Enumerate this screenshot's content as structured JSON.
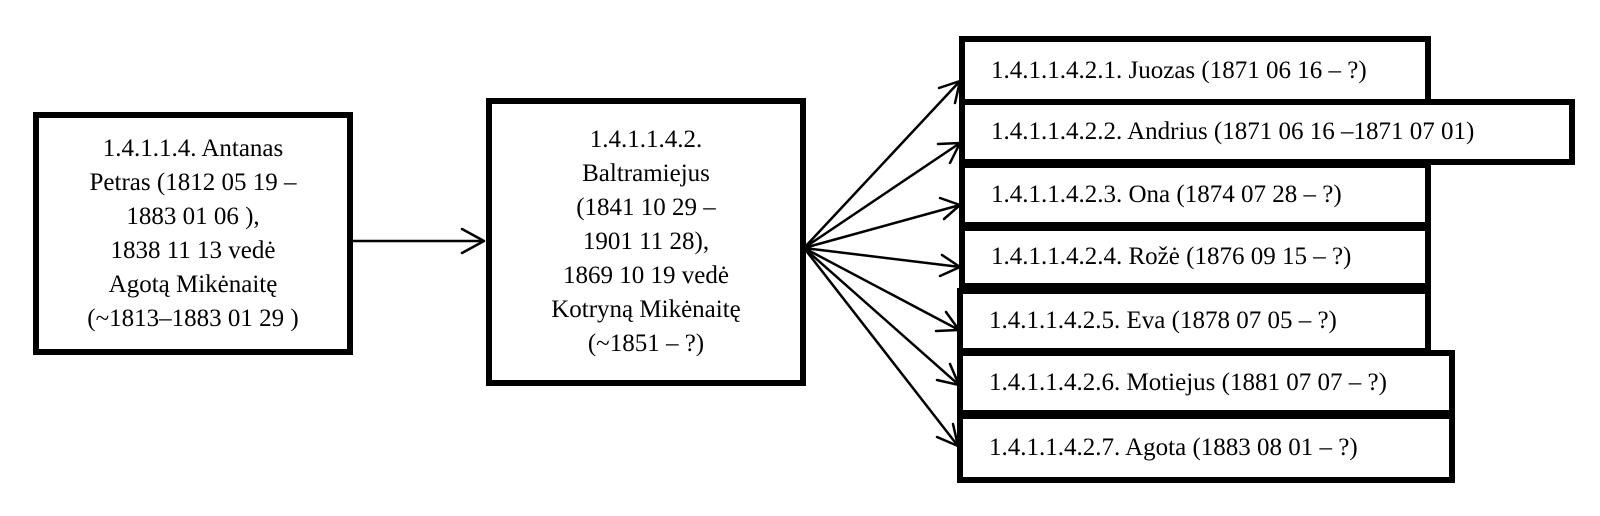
{
  "root": {
    "lines": [
      "1.4.1.1.4. Antanas",
      "Petras (1812 05 19 –",
      "1883 01 06 ),",
      "1838 11 13  vedė",
      "Agotą Mikėnaitę",
      "(~1813–1883 01 29 )"
    ]
  },
  "middle": {
    "lines": [
      "1.4.1.1.4.2.",
      "Baltramiejus",
      "(1841 10 29 –",
      "1901 11 28),",
      "1869 10 19  vedė",
      "Kotryną Mikėnaitę",
      "(~1851 – ?)"
    ]
  },
  "children": [
    "1.4.1.1.4.2.1. Juozas (1871 06 16 – ?)",
    "1.4.1.1.4.2.2. Andrius (1871 06 16 –1871 07 01)",
    "1.4.1.1.4.2.3. Ona (1874 07 28 – ?)",
    "1.4.1.1.4.2.4. Rožė (1876 09 15 – ?)",
    "1.4.1.1.4.2.5. Eva (1878 07 05 – ?)",
    "1.4.1.1.4.2.6. Motiejus (1881 07 07 – ?)",
    "1.4.1.1.4.2.7. Agota (1883 08 01 – ?)"
  ]
}
